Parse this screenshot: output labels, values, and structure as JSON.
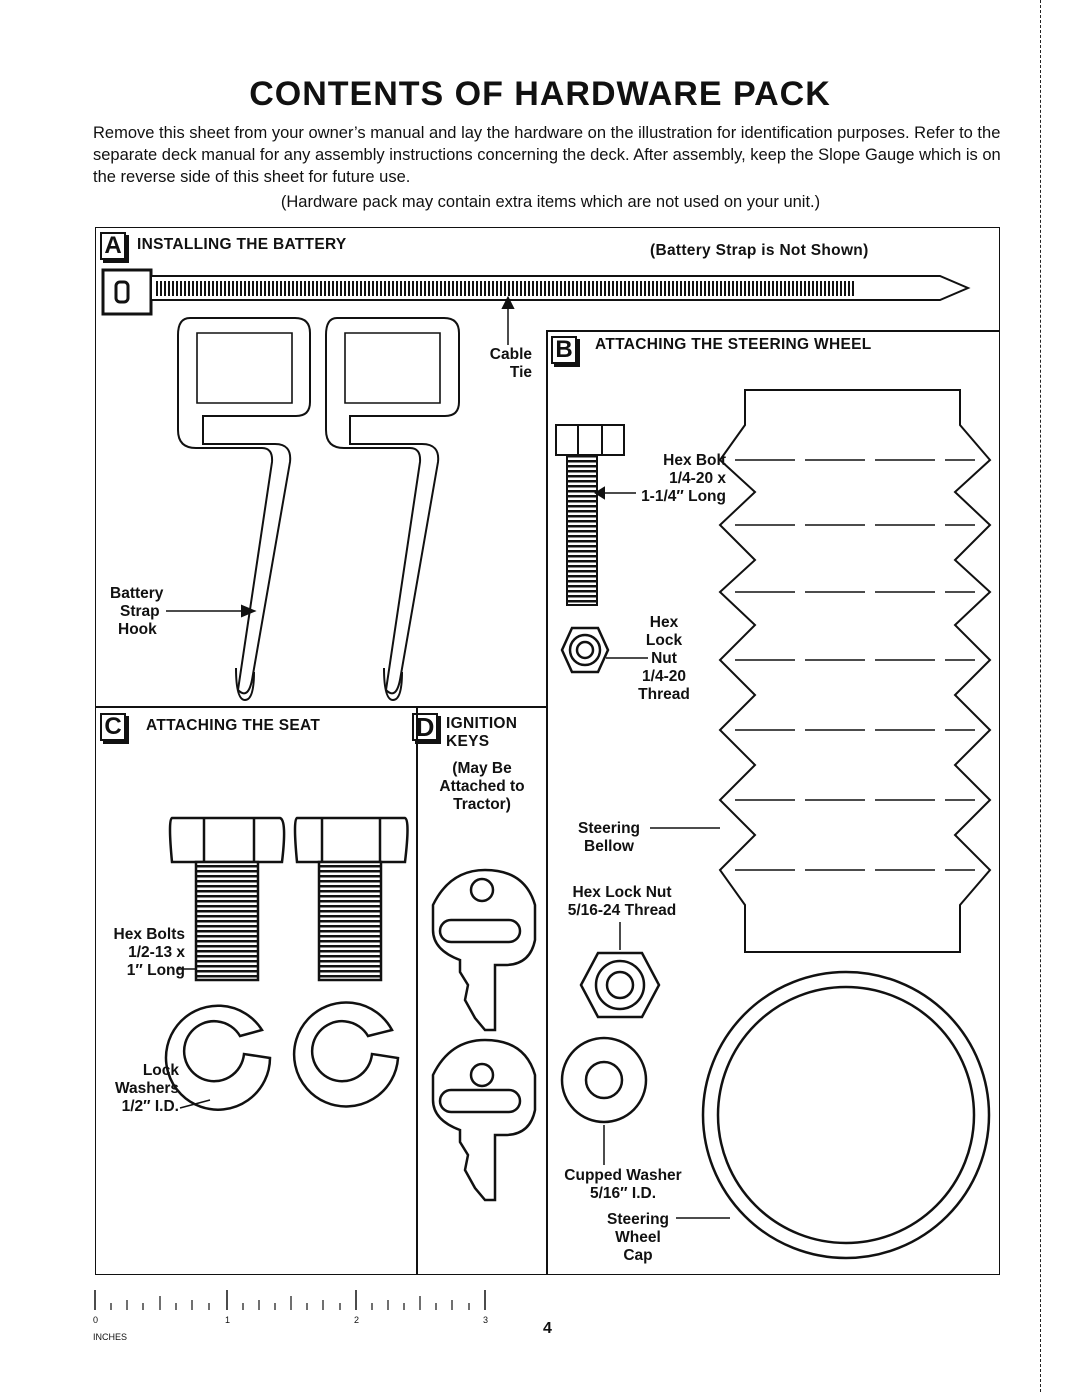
{
  "title": "CONTENTS OF HARDWARE PACK",
  "intro": "Remove this sheet from your owner’s manual and lay the hardware on the illustration for identification purposes. Refer to the separate deck manual for any assembly instructions concerning the deck. After assembly, keep the Slope Gauge which is on the reverse side of this sheet for future use.",
  "note": "(Hardware pack may contain extra items which are not used on your unit.)",
  "sections": {
    "a": {
      "letter": "A",
      "heading": "INSTALLING THE BATTERY",
      "aside": "(Battery Strap is Not Shown)",
      "cable_tie": [
        "Cable",
        "Tie"
      ],
      "strap_hook": [
        "Battery",
        "Strap",
        "Hook"
      ]
    },
    "b": {
      "letter": "B",
      "heading": "ATTACHING THE STEERING WHEEL",
      "hex_bolt": [
        "Hex Bolt",
        "1/4-20 x",
        "1-1/4″ Long"
      ],
      "lock_nut": [
        "Hex",
        "Lock",
        "Nut",
        "1/4-20",
        "Thread"
      ],
      "bellow": [
        "Steering",
        "Bellow"
      ],
      "hex_lock_nut": [
        "Hex Lock Nut",
        "5/16-24 Thread"
      ],
      "cupped_washer": [
        "Cupped Washer",
        "5/16″ I.D."
      ],
      "wheel_cap": [
        "Steering",
        "Wheel",
        "Cap"
      ]
    },
    "c": {
      "letter": "C",
      "heading": "ATTACHING THE SEAT",
      "hex_bolts": [
        "Hex Bolts",
        "1/2-13 x",
        "1″ Long"
      ],
      "lock_washers": [
        "Lock",
        "Washers",
        "1/2″ I.D."
      ]
    },
    "d": {
      "letter": "D",
      "heading": [
        "IGNITION",
        "KEYS"
      ],
      "note": [
        "(May Be",
        "Attached to",
        "Tractor)"
      ]
    }
  },
  "ruler": {
    "ticks": [
      "0",
      "1",
      "2",
      "3"
    ],
    "unit": "INCHES"
  },
  "page_number": "4"
}
